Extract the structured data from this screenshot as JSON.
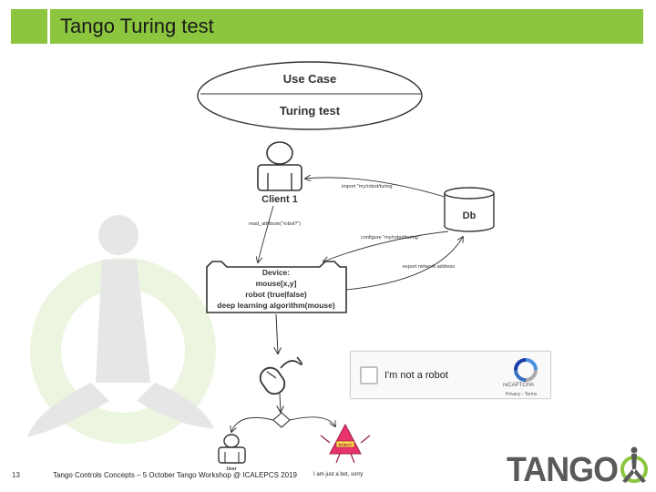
{
  "slide": {
    "title": "Tango Turing test",
    "page_number": "13",
    "footer": "Tango Controls Concepts – 5 October Tango Workshop @ ICALEPCS 2019"
  },
  "colors": {
    "accent_green": "#8cc63e",
    "watermark_gray": "#e6e6e6",
    "watermark_green": "#ecf5e0",
    "logo_gray": "#5a5a5a",
    "logo_green": "#8cc63e",
    "bot_pink": "#e8336b"
  },
  "diagram": {
    "use_case_title": "Use Case",
    "use_case_subtitle": "Turing test",
    "client_label": "Client 1",
    "db_label": "Db",
    "import_label": "import \"my/robot/turing\"",
    "read_label": "read_attribute(\"robot?\")",
    "configure_label": "configure \"my/robot/turing\"",
    "export_label": "export network address",
    "device_lines": [
      "Device:",
      "mouse[x,y]",
      "robot (true|false)",
      "deep learning algorithm(mouse)"
    ],
    "user_label": "User",
    "bot_tag": "ROBOT",
    "bot_speech": "I am just a bot, sorry"
  },
  "recaptcha": {
    "label": "I'm not a robot",
    "brand": "reCAPTCHA",
    "links": "Privacy - Terms"
  },
  "logo": {
    "text": "TANGO",
    "icon": "tango-target-icon"
  },
  "icons": [
    "actor-icon",
    "database-icon",
    "mouse-icon",
    "decision-diamond-icon",
    "recaptcha-logo-icon",
    "robot-mascot-icon",
    "tango-watermark-icon"
  ]
}
